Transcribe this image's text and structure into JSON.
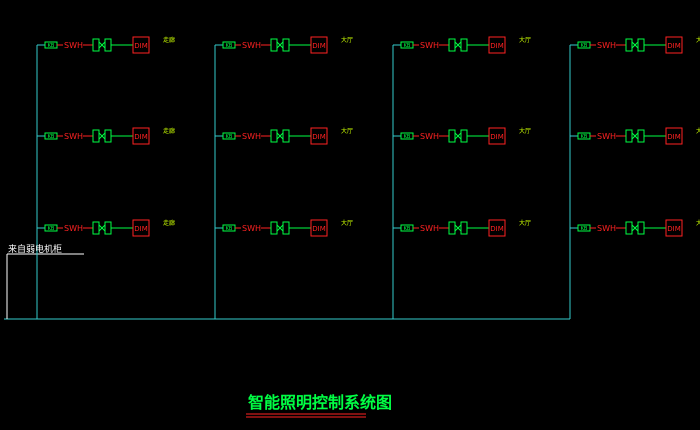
{
  "diagram": {
    "title": "智能照明控制系统图",
    "input_label": "来自弱电机柜",
    "colors": {
      "background": "#000000",
      "bus": "#33cccc",
      "module": "#00ff44",
      "dimmer": "#ff2222",
      "white": "#ffffff",
      "label": "#ccff00"
    },
    "columns": [
      {
        "rows": [
          {
            "tag": "KB",
            "swh": "SWH",
            "dim": "DIM",
            "note": "走廊"
          },
          {
            "tag": "KB",
            "swh": "SWH",
            "dim": "DIM",
            "note": "走廊"
          },
          {
            "tag": "KB",
            "swh": "SWH",
            "dim": "DIM",
            "note": "走廊"
          }
        ]
      },
      {
        "rows": [
          {
            "tag": "KB",
            "swh": "SWH",
            "dim": "DIM",
            "note": "大厅"
          },
          {
            "tag": "KB",
            "swh": "SWH",
            "dim": "DIM",
            "note": "大厅"
          },
          {
            "tag": "KB",
            "swh": "SWH",
            "dim": "DIM",
            "note": "大厅"
          }
        ]
      },
      {
        "rows": [
          {
            "tag": "KB",
            "swh": "SWH",
            "dim": "DIM",
            "note": "大厅"
          },
          {
            "tag": "KB",
            "swh": "SWH",
            "dim": "DIM",
            "note": "大厅"
          },
          {
            "tag": "KB",
            "swh": "SWH",
            "dim": "DIM",
            "note": "大厅"
          }
        ]
      },
      {
        "rows": [
          {
            "tag": "KB",
            "swh": "SWH",
            "dim": "DIM",
            "note": "大厅"
          },
          {
            "tag": "KB",
            "swh": "SWH",
            "dim": "DIM",
            "note": "大厅"
          },
          {
            "tag": "KB",
            "swh": "SWH",
            "dim": "DIM",
            "note": "大厅"
          }
        ]
      }
    ]
  }
}
